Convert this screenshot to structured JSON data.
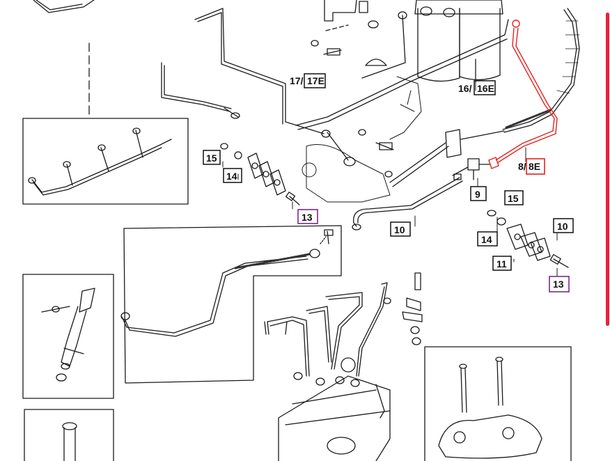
{
  "colors": {
    "line": "#1a1a1a",
    "highlight": "#e3221f",
    "highlight_box": "#e3221f",
    "callout_box_special": "#7b2a8c",
    "scrollbar": "#e8213e"
  },
  "callouts": {
    "c17": {
      "num": "17/",
      "box": "17E"
    },
    "c16": {
      "num": "16/",
      "box": "16E"
    },
    "c8": {
      "num": "8/",
      "box": "8E"
    },
    "c15a": "15",
    "c14a": "14",
    "c13a": "13",
    "c10a": "10",
    "c9": "9",
    "c15b": "15",
    "c10b": "10",
    "c14b": "14",
    "c11": "11",
    "c13b": "13"
  }
}
